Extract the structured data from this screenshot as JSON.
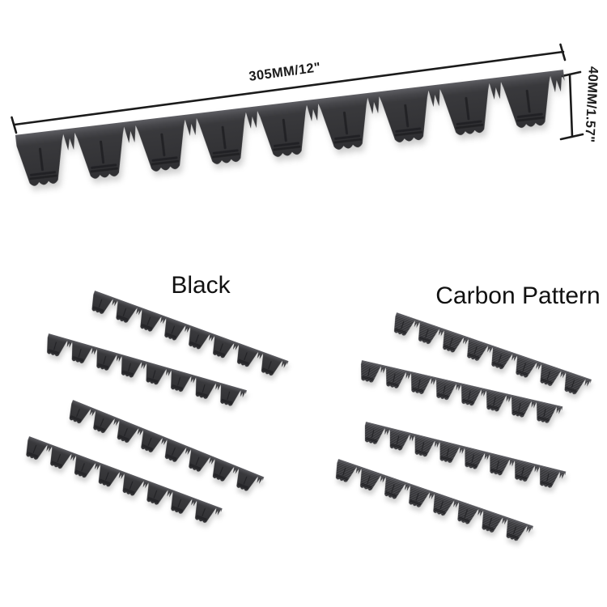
{
  "dimensions": {
    "length": "305MM/12\"",
    "height": "40MM/1.57\""
  },
  "groups": [
    {
      "id": "black",
      "label": "Black",
      "strip_count": 4
    },
    {
      "id": "carbon",
      "label": "Carbon Pattern",
      "strip_count": 4
    }
  ],
  "product": {
    "large_strip_count": 1,
    "teeth_large_strip": 9,
    "teeth_small_strip": 8
  },
  "colors": {
    "background": "#ffffff",
    "text": "#111111",
    "dimension": "#1b1b1b",
    "strip_highlight": "#5e5e63",
    "strip_mid": "#47474b",
    "strip_base": "#39393c",
    "strip_shadow": "#2c2c2f",
    "detail_line": "#1f1f22",
    "carbon_weave": "#8a8a92"
  }
}
